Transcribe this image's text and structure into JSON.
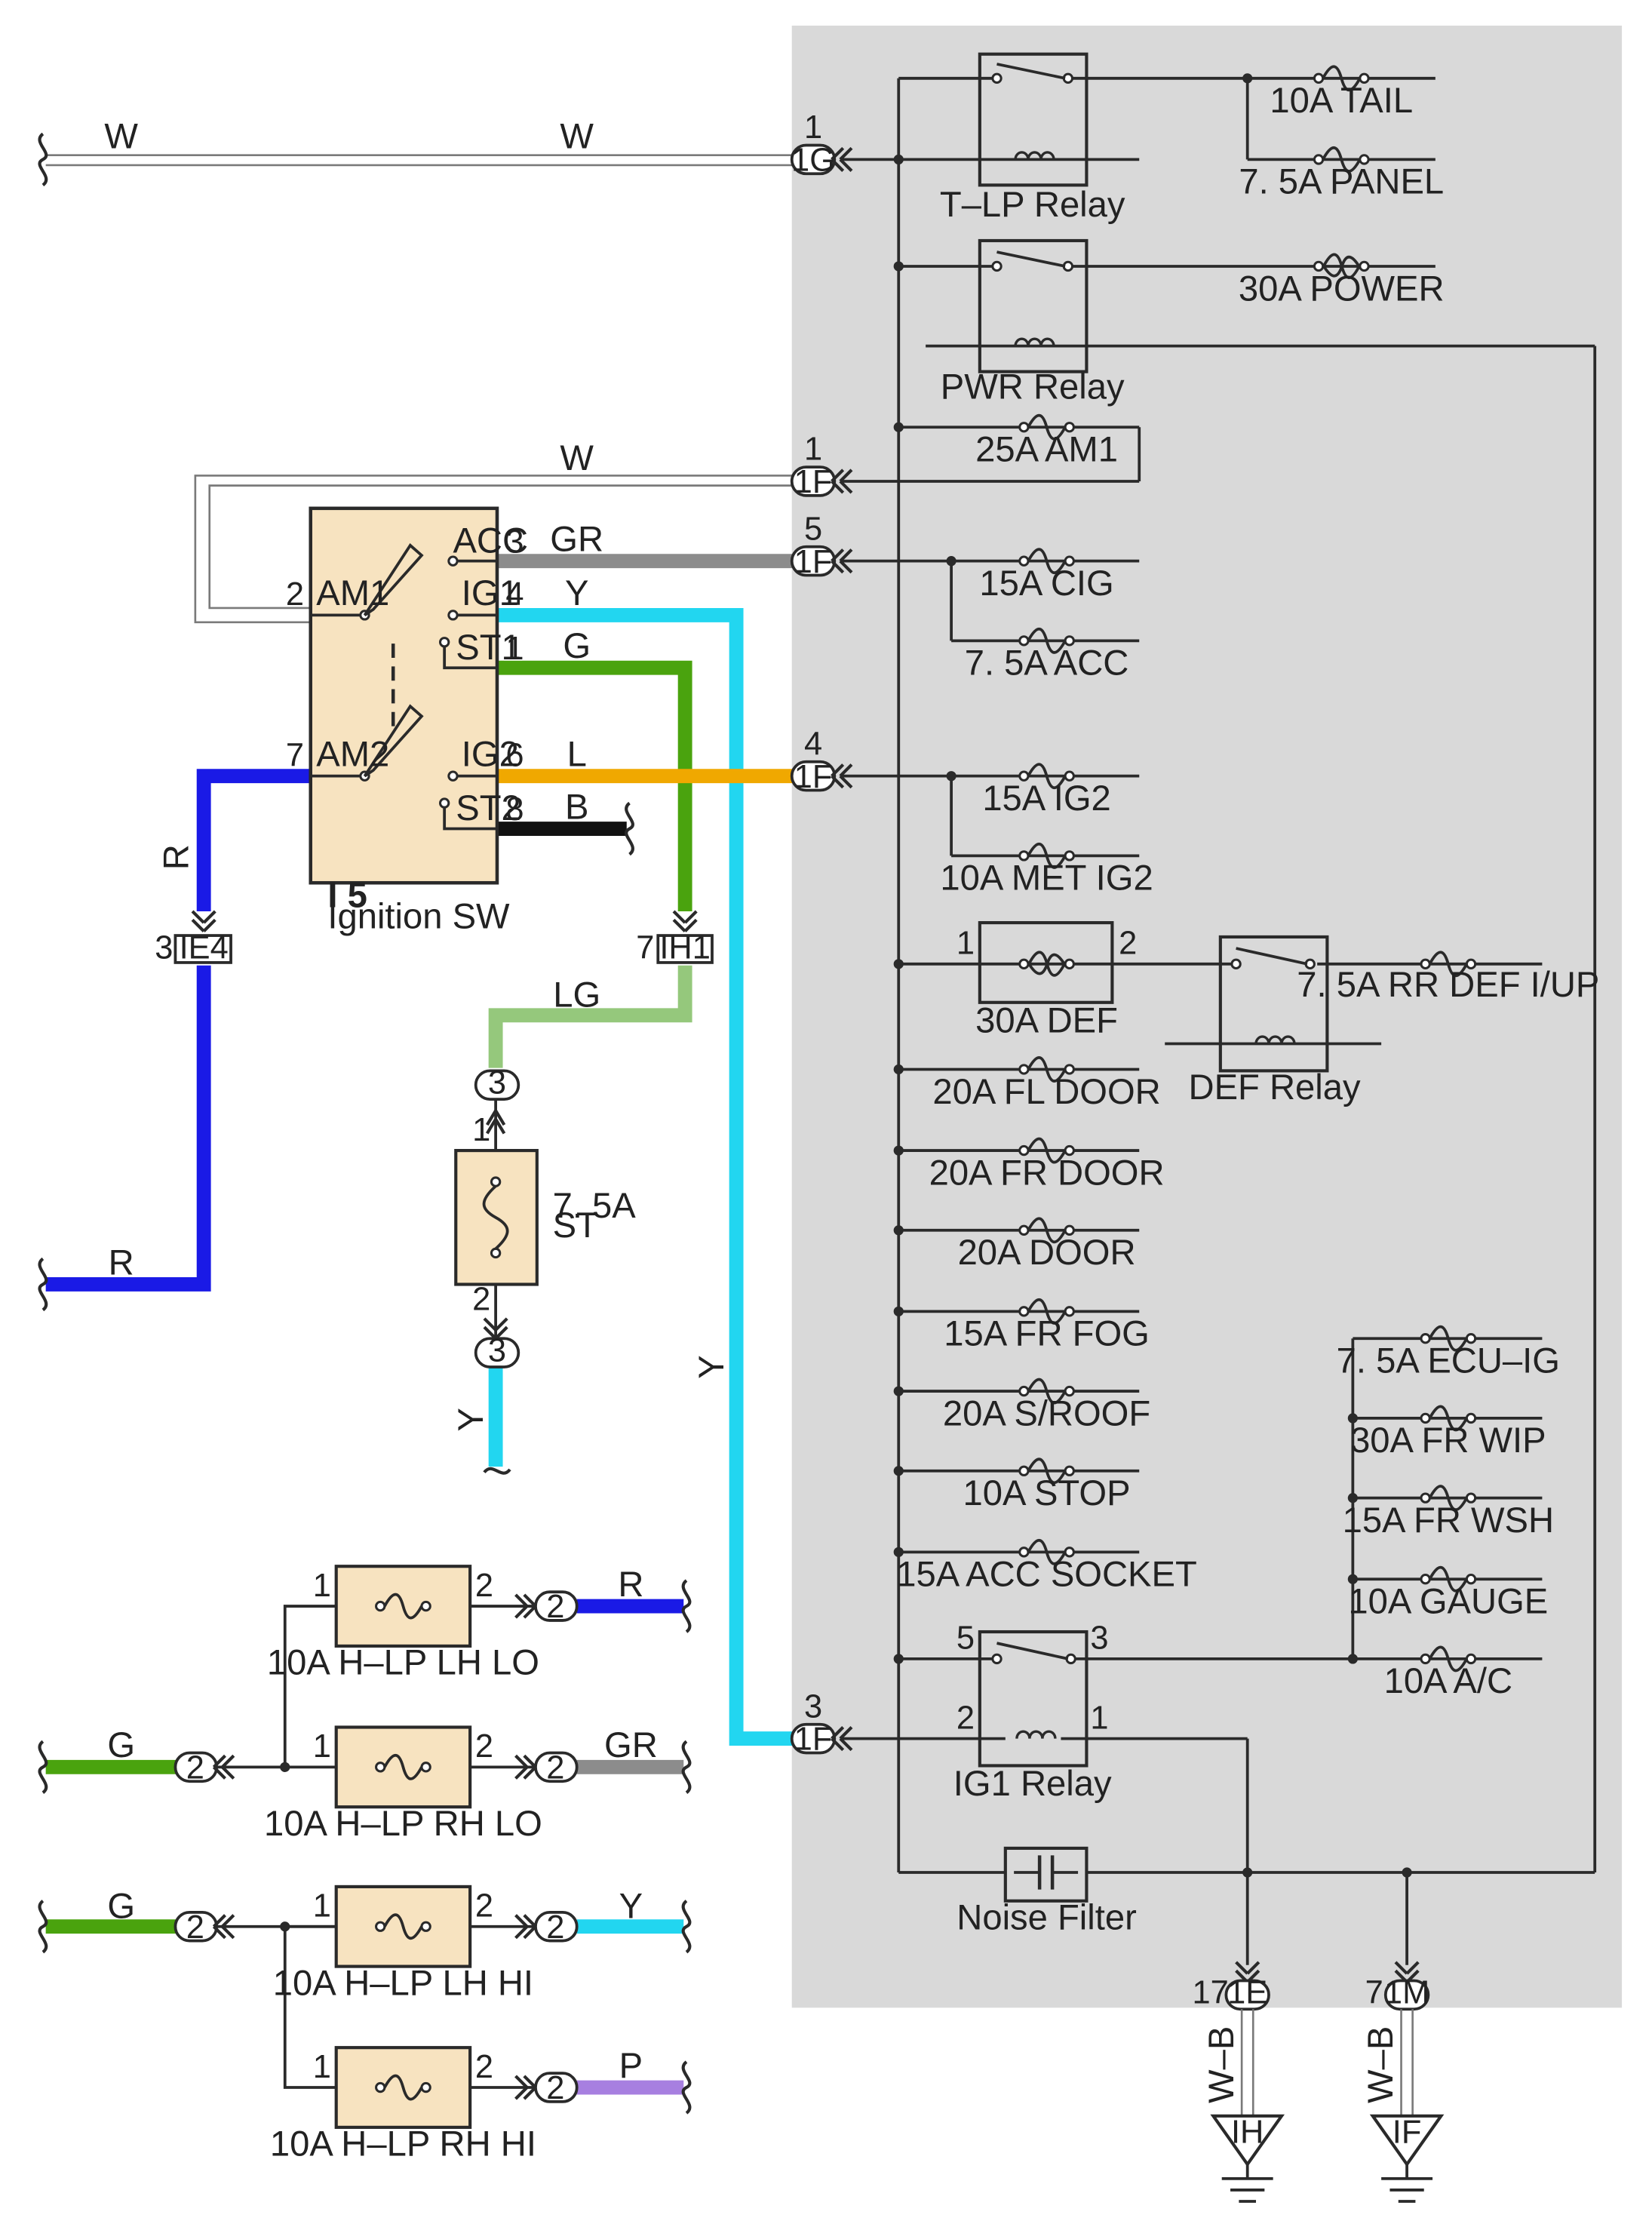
{
  "colors": {
    "panel": "#d9d9d9",
    "component_fill": "#f7e3c0",
    "wire_black": "#2a2a2a",
    "wire_R": "#1a1ae6",
    "wire_GR": "#8c8c8c",
    "wire_Y": "#22d6f0",
    "wire_G": "#4aa30e",
    "wire_L": "#f0a800",
    "wire_B": "#111111",
    "wire_LG": "#95c87c",
    "wire_P": "#a77fe0"
  },
  "wire_colors": {
    "W": "W",
    "R": "R",
    "GR": "GR",
    "Y": "Y",
    "G": "G",
    "L": "L",
    "B": "B",
    "LG": "LG",
    "P": "P",
    "WB": "W–B"
  },
  "relays": {
    "tlp": "T–LP Relay",
    "pwr": "PWR Relay",
    "def": "DEF Relay",
    "ig1": "IG1 Relay"
  },
  "fuses": {
    "tail": "10A TAIL",
    "panel": "7. 5A PANEL",
    "power": "30A POWER",
    "am1": "25A AM1",
    "cig": "15A CIG",
    "acc": "7. 5A ACC",
    "ig2": "15A IG2",
    "met_ig2": "10A MET IG2",
    "def": "30A DEF",
    "rr_def": "7. 5A RR DEF I/UP",
    "fl_door": "20A FL DOOR",
    "fr_door": "20A FR DOOR",
    "door": "20A DOOR",
    "fr_fog": "15A FR FOG",
    "s_roof": "20A S/ROOF",
    "stop": "10A STOP",
    "acc_socket": "15A ACC SOCKET",
    "ecu_ig": "7. 5A ECU–IG",
    "fr_wip": "30A FR WIP",
    "fr_wsh": "15A FR WSH",
    "gauge": "10A GAUGE",
    "ac": "10A A/C",
    "st_amp": "7. 5A",
    "st_name": "ST",
    "hlp_lh_lo": "10A H–LP LH LO",
    "hlp_rh_lo": "10A H–LP RH LO",
    "hlp_lh_hi": "10A H–LP LH HI",
    "hlp_rh_hi": "10A H–LP RH HI"
  },
  "noise_filter": "Noise Filter",
  "ignition": {
    "code": "I 5",
    "name": "Ignition SW",
    "terms": {
      "acc": "ACC",
      "ig1": "IG1",
      "st1": "ST1",
      "ig2": "IG2",
      "st2": "ST2",
      "am1": "AM1",
      "am2": "AM2"
    }
  },
  "connectors": {
    "c1G": "1G",
    "c1F": "1F",
    "c1E": "1E",
    "c1M": "1M",
    "cIE4": "IE4",
    "cIH1": "IH1",
    "c3": "3",
    "c2": "2",
    "gIH": "IH",
    "gIF": "IF"
  },
  "pins": {
    "p1": "1",
    "p2": "2",
    "p3": "3",
    "p4": "4",
    "p5": "5",
    "p6": "6",
    "p7": "7",
    "p8": "8",
    "p17": "17"
  }
}
